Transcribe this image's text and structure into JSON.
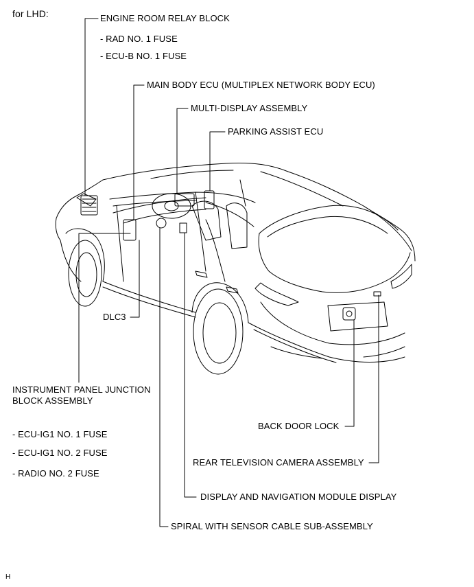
{
  "header": {
    "variant": "for LHD:"
  },
  "labels": {
    "engine_room_relay_block": "ENGINE ROOM RELAY BLOCK",
    "rad_no1_fuse": "- RAD NO. 1 FUSE",
    "ecu_b_no1_fuse": "- ECU-B NO. 1 FUSE",
    "main_body_ecu": "MAIN BODY ECU (MULTIPLEX NETWORK BODY ECU)",
    "multi_display_assembly": "MULTI-DISPLAY ASSEMBLY",
    "parking_assist_ecu": "PARKING ASSIST ECU",
    "dlc3": "DLC3",
    "instrument_panel_jb_line1": "INSTRUMENT PANEL JUNCTION",
    "instrument_panel_jb_line2": "BLOCK ASSEMBLY",
    "ecu_ig1_no1_fuse": "- ECU-IG1 NO. 1 FUSE",
    "ecu_ig1_no2_fuse": "- ECU-IG1 NO. 2 FUSE",
    "radio_no2_fuse": "- RADIO NO. 2 FUSE",
    "back_door_lock": "BACK DOOR LOCK",
    "rear_tv_camera": "REAR TELEVISION CAMERA ASSEMBLY",
    "display_nav_module": "DISPLAY AND NAVIGATION MODULE DISPLAY",
    "spiral_cable": "SPIRAL WITH SENSOR CABLE SUB-ASSEMBLY"
  },
  "footer": {
    "code": "H"
  },
  "colors": {
    "line": "#000000",
    "background": "#ffffff"
  }
}
